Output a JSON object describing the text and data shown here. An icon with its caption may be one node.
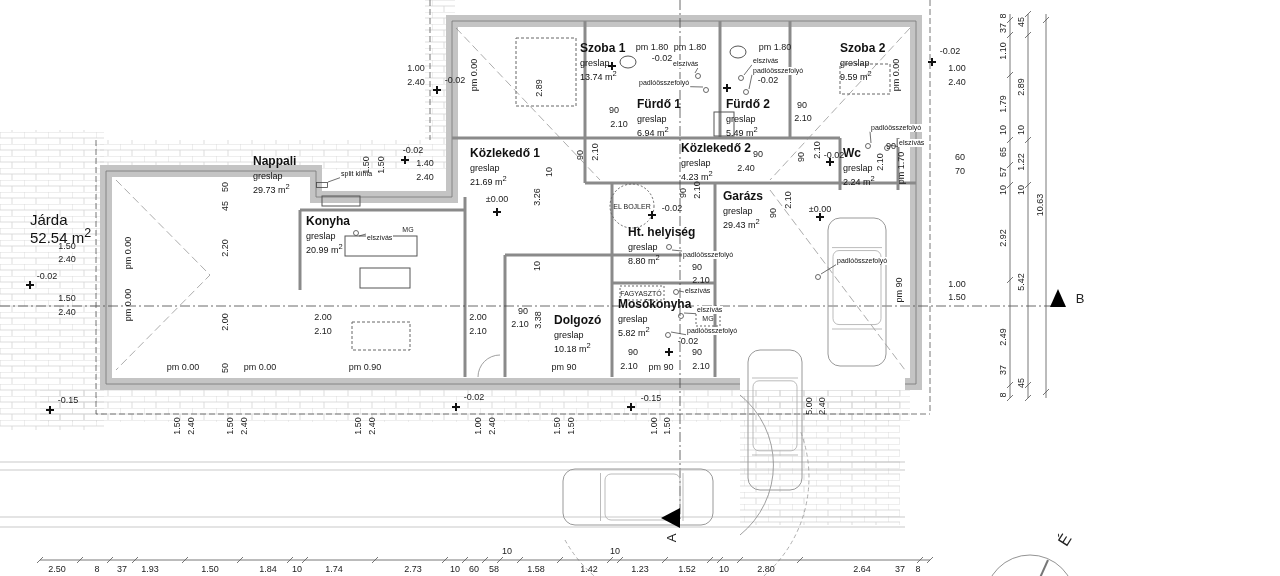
{
  "diagram": {
    "nodes": [
      {
        "text": [
          "Nappali",
          "greslap",
          "29.73 m$^{2}$"
        ]
      },
      {
        "text": [
          "Konyha",
          "greslap",
          "20.99 m$^{2}$"
        ]
      },
      {
        "text": [
          "Közlekedő 1",
          "greslap",
          "21.69 m$^{2}$"
        ]
      },
      {
        "text": [
          "Szoba 1",
          "greslap",
          "13.74 m$^{2}$"
        ]
      },
      {
        "text": [
          "Fürdő 1",
          "greslap",
          "6.94 m$^{2}$"
        ]
      },
      {
        "text": [
          "Fürdő 2",
          "greslap",
          "5.49 m$^{2}$"
        ]
      },
      {
        "text": [
          "Szoba 2",
          "greslap",
          "9.59 m$^{2}$"
        ]
      },
      {
        "text": [
          "Közlekedő 2",
          "greslap",
          "4.23 m$^{2}$"
        ]
      },
      {
        "text": [
          "Wc",
          "greslap",
          "2.24 m$^{2}$"
        ]
      },
      {
        "text": [
          "Garázs",
          "greslap",
          "29.43 m$^{2}$"
        ]
      },
      {
        "text": [
          "Ht. helyiség",
          "greslap",
          "8.80 m$^{2}$"
        ]
      },
      {
        "text": [
          "Mosókonyha",
          "greslap",
          "5.82 m$^{2}$"
        ]
      },
      {
        "text": [
          "Dolgozó",
          "greslap",
          "10.18 m$^{2}$"
        ]
      },
      {
        "text": [
          "Járda",
          "52.54 m$^{2}$"
        ]
      },
      {
        "text": [
          "split klíma"
        ]
      },
      {
        "text": [
          "elszívás"
        ]
      },
      {
        "text": [
          "elszívás"
        ]
      },
      {
        "text": [
          "padlóösszefolyó"
        ]
      },
      {
        "text": [
          "elszívás"
        ]
      },
      {
        "text": [
          "padlóösszefolyó"
        ]
      },
      {
        "text": [
          "padlóösszefolyó"
        ]
      },
      {
        "text": [
          "elszívás"
        ]
      },
      {
        "text": [
          "padlóösszefolyó"
        ]
      },
      {
        "text": [
          "elszívás"
        ]
      },
      {
        "text": [
          "elszívás"
        ]
      },
      {
        "text": [
          "padlóösszefolyó"
        ]
      },
      {
        "text": [
          "padlóösszefolyó"
        ]
      },
      {
        "text": [],
        "shape": "box"
      },
      {
        "text": [],
        "shape": "circle"
      },
      {
        "text": [],
        "shape": "circle"
      },
      {
        "text": [],
        "shape": "circle"
      },
      {
        "text": [],
        "shape": "circle"
      },
      {
        "text": [],
        "shape": "circle"
      },
      {
        "text": [],
        "shape": "circle"
      },
      {
        "text": [],
        "shape": "circle"
      },
      {
        "text": [],
        "shape": "circle"
      },
      {
        "text": [],
        "shape": "circle"
      },
      {
        "text": [],
        "shape": "circle"
      },
      {
        "text": [],
        "shape": "circle"
      },
      {
        "text": [],
        "shape": "circle"
      }
    ],
    "edges": [
      {
        "from": 14,
        "to": 27,
        "arrow": "none"
      },
      {
        "from": 15,
        "to": 28,
        "arrow": "none"
      },
      {
        "from": 16,
        "to": 29,
        "arrow": "none"
      },
      {
        "from": 17,
        "to": 30,
        "arrow": "none"
      },
      {
        "from": 18,
        "to": 31,
        "arrow": "none"
      },
      {
        "from": 19,
        "to": 32,
        "arrow": "none"
      },
      {
        "from": 20,
        "to": 33,
        "arrow": "none"
      },
      {
        "from": 21,
        "to": 34,
        "arrow": "none"
      },
      {
        "from": 22,
        "to": 35,
        "arrow": "none"
      },
      {
        "from": 23,
        "to": 36,
        "arrow": "none"
      },
      {
        "from": 24,
        "to": 37,
        "arrow": "none"
      },
      {
        "from": 25,
        "to": 38,
        "arrow": "none"
      },
      {
        "from": 26,
        "to": 39,
        "arrow": "none"
      }
    ],
    "labels": [
      "pm 1.80",
      "pm 1.80",
      "pm 1.80",
      "-0.02",
      "-0.02",
      "1.00",
      "2.40",
      "-0.02",
      "pm 0.00",
      "2.89",
      "-0.02",
      "pm 0.00",
      "1.00",
      "2.40",
      "90",
      "90",
      "2.10",
      "2.10",
      "10",
      "90",
      "2.10",
      "-0.02",
      "1.40",
      "2.40",
      "1.50",
      "1.50",
      "90",
      "2.40",
      "90",
      "2.10",
      "-0.02",
      "2.10",
      "90",
      "pm 1.70",
      "60",
      "70",
      "50",
      "45",
      "±0.00",
      "3.26",
      "EL BOJLER",
      "MG",
      "-0.02",
      "90",
      "2.10",
      "90",
      "2.10",
      "±0.00",
      "2.20",
      "pm 0.00",
      "1.50",
      "2.40",
      "10",
      "90",
      "-0.02",
      "2.10",
      "pm 90",
      "1.00",
      "1.50",
      "FAGYASZTÓ",
      "1.50",
      "pm 0.00",
      "2.40",
      "90",
      "2.00",
      "2.00",
      "2.00",
      "3.38",
      "2.10",
      "MG",
      "2.10",
      "2.10",
      "-0.02",
      "90",
      "90",
      "pm 0.00",
      "50",
      "pm 0.00",
      "pm 0.90",
      "pm 90",
      "2.10",
      "pm 90",
      "2.10",
      "-0.02",
      "-0.15",
      "-0.15",
      "5.00",
      "2.40",
      "1.50",
      "2.40",
      "1.50",
      "2.40",
      "1.50",
      "2.40",
      "1.00",
      "2.40",
      "1.50",
      "1.50",
      "1.00",
      "1.50",
      "8",
      "45",
      "37",
      "1.10",
      "2.89",
      "1.79",
      "10",
      "10",
      "65",
      "1.22",
      "57",
      "10",
      "10",
      "10.63",
      "2.92",
      "5.42",
      "B",
      "2.49",
      "37",
      "45",
      "8",
      "A",
      "É",
      "10",
      "10",
      "2.50",
      "8",
      "37",
      "1.93",
      "1.50",
      "1.84",
      "10",
      "1.74",
      "2.73",
      "10",
      "60",
      "58",
      "1.58",
      "1.42",
      "1.23",
      "1.52",
      "10",
      "2.80",
      "2.64",
      "37",
      "8"
    ]
  }
}
